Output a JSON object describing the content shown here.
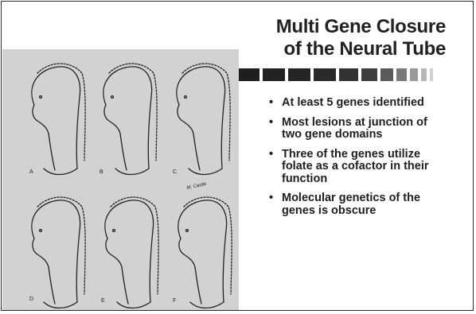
{
  "slide": {
    "title_line1": "Multi Gene Closure",
    "title_line2": "of the Neural Tube",
    "bullet_glyph": "•",
    "bullets": [
      "At least 5 genes identified",
      "Most lesions at junction of two gene domains",
      "Three of the genes utilize folate as a cofactor in their function",
      "Molecular genetics of the genes is obscure"
    ]
  },
  "figure": {
    "panel_labels": [
      "A",
      "B",
      "C",
      "D",
      "E",
      "F"
    ],
    "signature": "M. Castle"
  }
}
